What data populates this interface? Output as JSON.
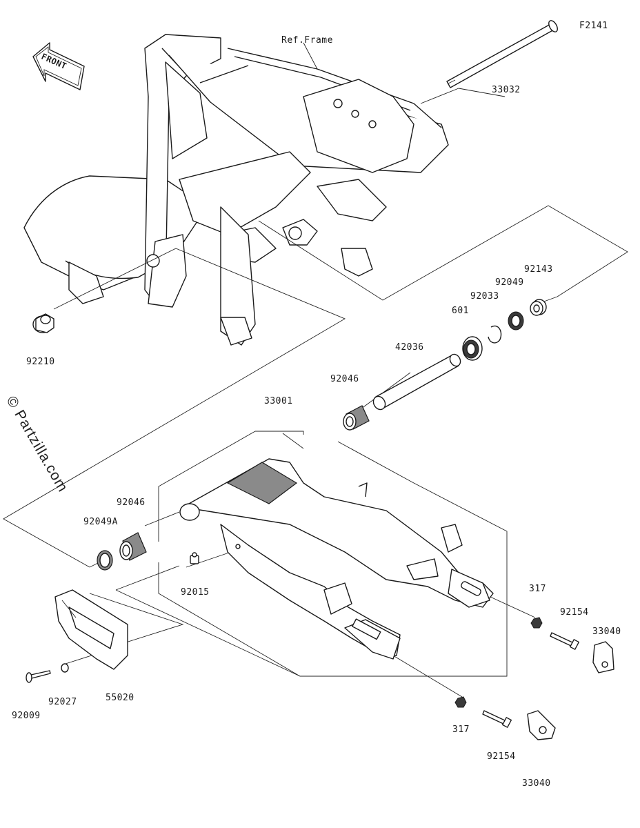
{
  "diagram": {
    "code": "F2141",
    "front_label": "FRONT",
    "ref_label": "Ref.Frame",
    "watermark": "© Partzilla.com"
  },
  "parts": [
    {
      "id": "p33032",
      "number": "33032"
    },
    {
      "id": "p92143",
      "number": "92143"
    },
    {
      "id": "p92049",
      "number": "92049"
    },
    {
      "id": "p92033",
      "number": "92033"
    },
    {
      "id": "p601",
      "number": "601"
    },
    {
      "id": "p42036",
      "number": "42036"
    },
    {
      "id": "p92046a",
      "number": "92046"
    },
    {
      "id": "p33001",
      "number": "33001"
    },
    {
      "id": "p92210",
      "number": "92210"
    },
    {
      "id": "p92046b",
      "number": "92046"
    },
    {
      "id": "p92049A",
      "number": "92049A"
    },
    {
      "id": "p92015",
      "number": "92015"
    },
    {
      "id": "p317a",
      "number": "317"
    },
    {
      "id": "p92154a",
      "number": "92154"
    },
    {
      "id": "p33040a",
      "number": "33040"
    },
    {
      "id": "p317b",
      "number": "317"
    },
    {
      "id": "p92154b",
      "number": "92154"
    },
    {
      "id": "p33040b",
      "number": "33040"
    },
    {
      "id": "p55020",
      "number": "55020"
    },
    {
      "id": "p92027",
      "number": "92027"
    },
    {
      "id": "p92009",
      "number": "92009"
    }
  ]
}
